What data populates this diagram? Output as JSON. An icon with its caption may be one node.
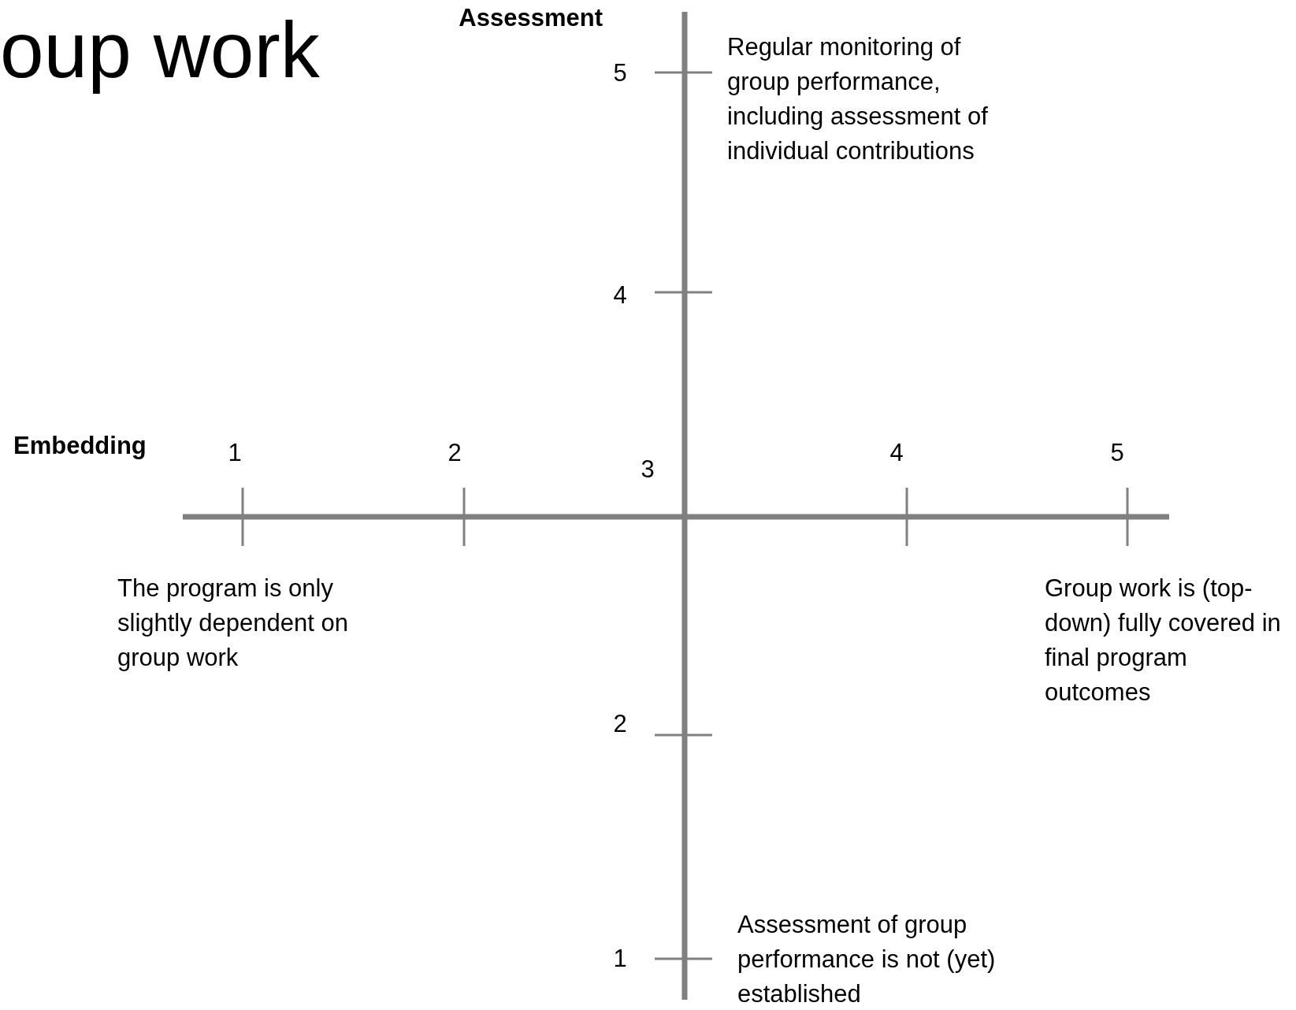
{
  "diagram": {
    "title": "oup work",
    "labels": [
      "Assessment",
      "5",
      "Regular monitoring of group performance, including assessment of individual contributions",
      "4",
      "Embedding",
      "1",
      "2",
      "3",
      "4",
      "5",
      "The program is only slightly dependent on group work",
      "Group work is (top-down) fully covered in final program outcomes",
      "2",
      "Assessment of group performance is not (yet) established",
      "1"
    ]
  }
}
